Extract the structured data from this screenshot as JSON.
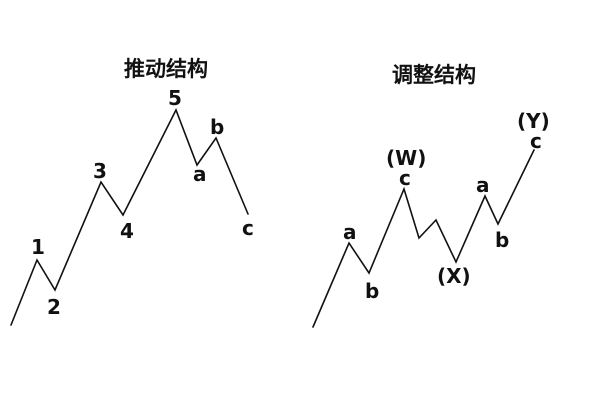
{
  "impulse": {
    "title": "推动结构",
    "labels": {
      "w1": "1",
      "w2": "2",
      "w3": "3",
      "w4": "4",
      "w5": "5",
      "a": "a",
      "b": "b",
      "c": "c"
    }
  },
  "correction": {
    "title": "调整结构",
    "labels": {
      "a1": "a",
      "b1": "b",
      "c1": "c",
      "W": "(W)",
      "X": "(X)",
      "a2": "a",
      "b2": "b",
      "c2": "c",
      "Y": "(Y)"
    }
  },
  "colors": {
    "line": "#111111",
    "background": "#ffffff"
  }
}
